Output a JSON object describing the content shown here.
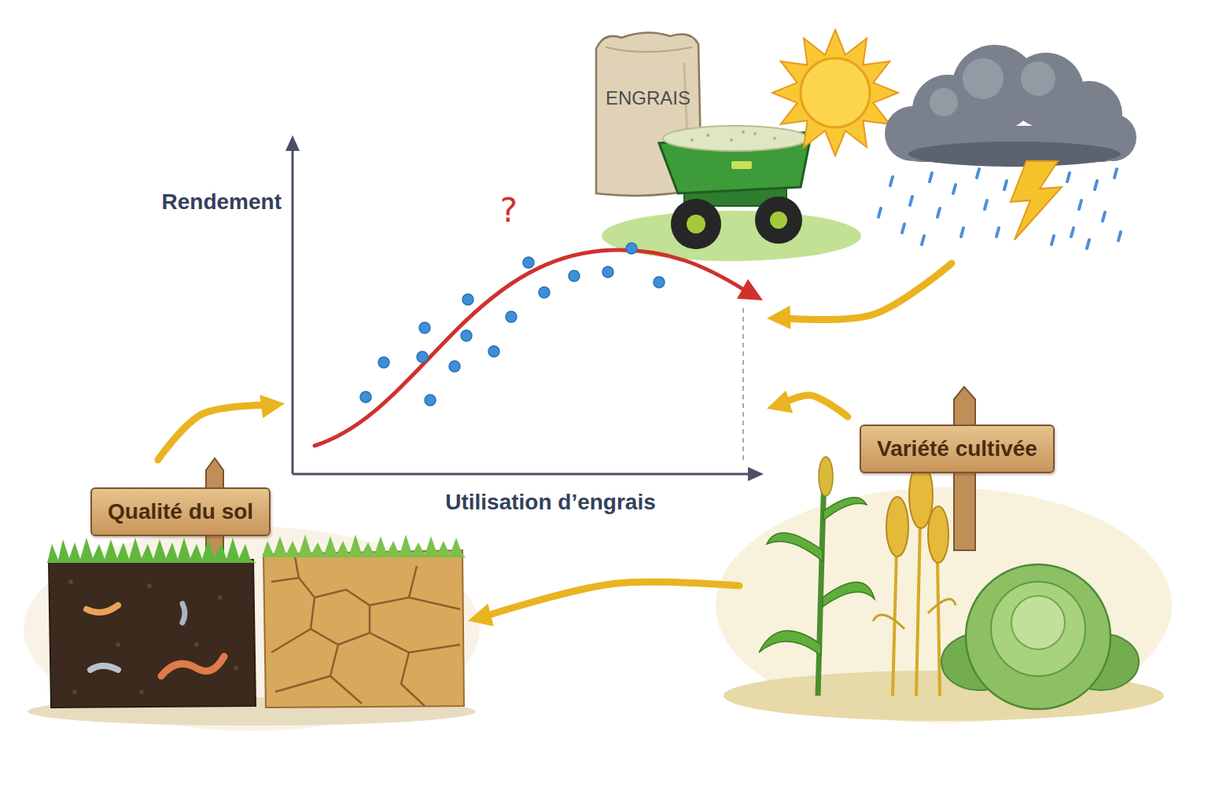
{
  "diagram": {
    "nodes": [
      {
        "text": [
          "ENGRAIS"
        ]
      },
      {
        "text": [
          "Rendement",
          "Utilisation d’engrais",
          "?"
        ]
      },
      {
        "text": [
          "Variété cultivée"
        ]
      },
      {
        "text": [
          "Qualité du sol"
        ]
      }
    ],
    "edges": [
      {
        "from": 0,
        "to": 1,
        "arrow": "to"
      },
      {
        "from": 2,
        "to": 1,
        "arrow": "to"
      },
      {
        "from": 2,
        "to": 3,
        "arrow": "to"
      },
      {
        "from": 3,
        "to": 1,
        "arrow": "to"
      }
    ]
  }
}
